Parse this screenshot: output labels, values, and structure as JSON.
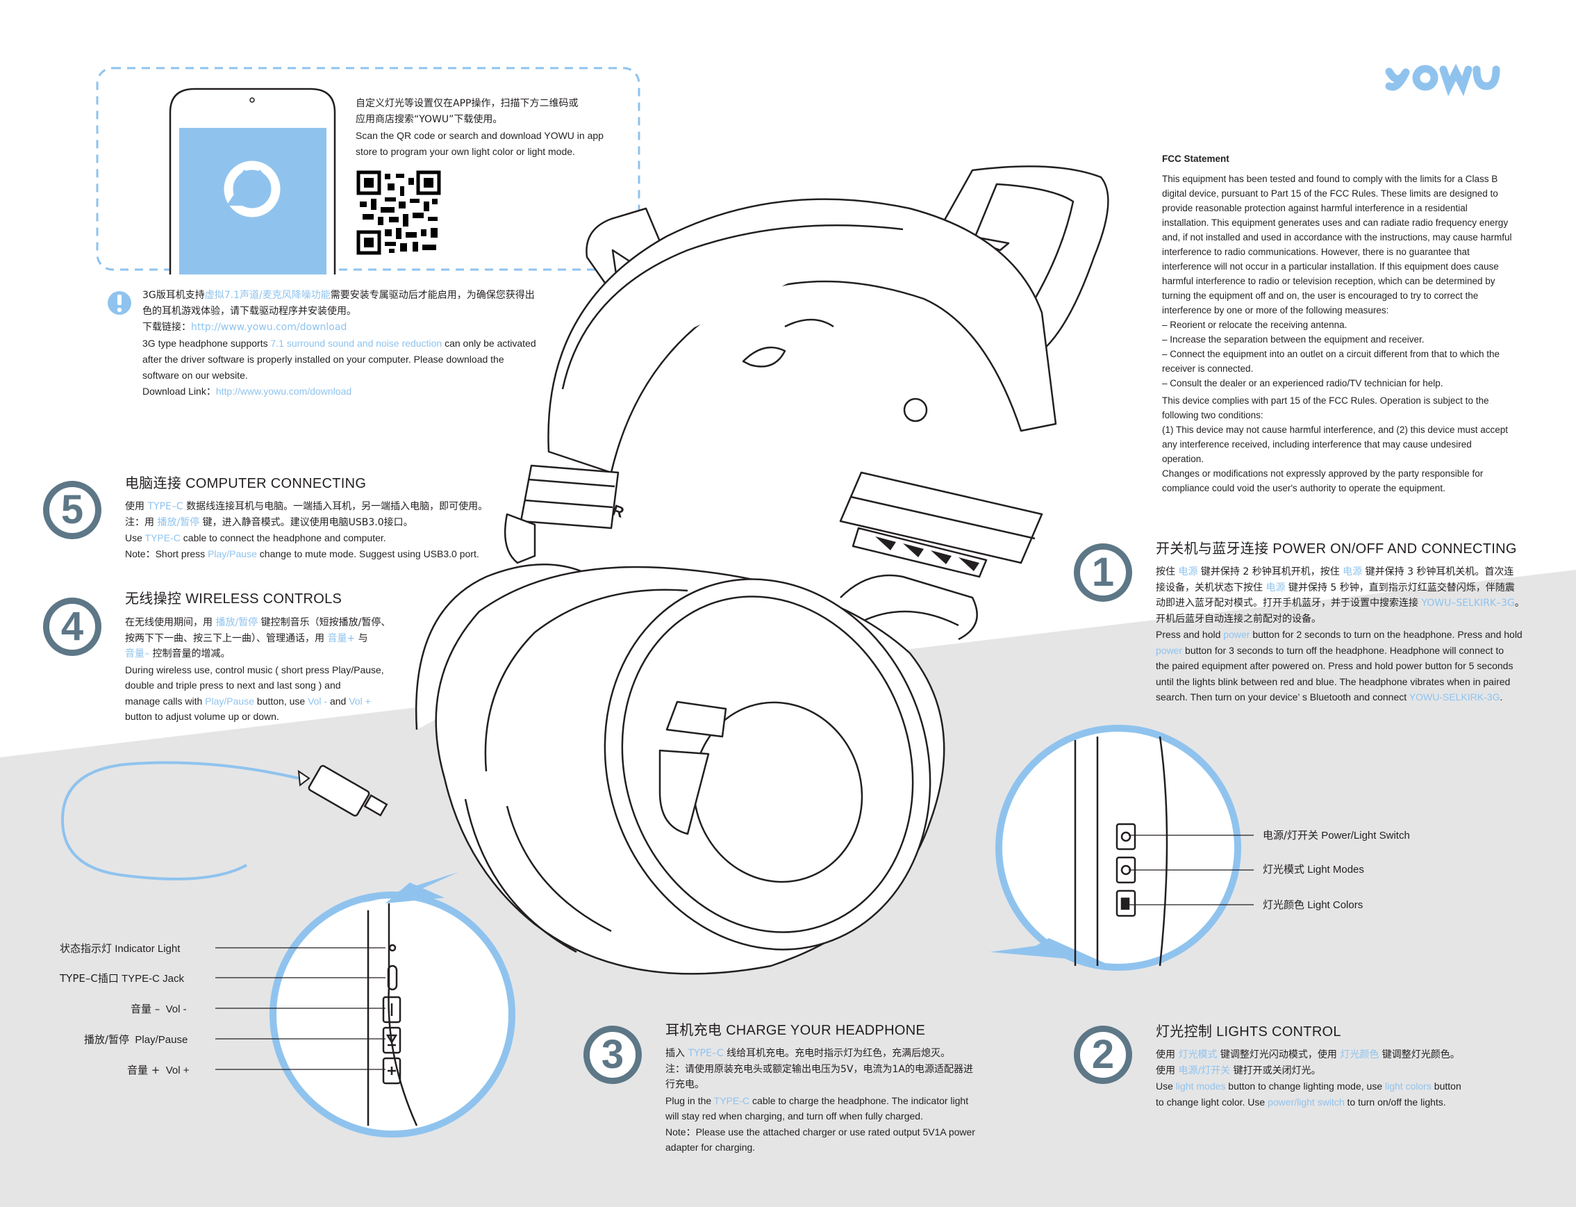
{
  "brand": {
    "logo_text": "YOWU",
    "accent": "#8fc3ee",
    "dark": "#5d7787",
    "band": "#e5e5e6"
  },
  "app_box": {
    "cn_line1": "自定义灯光等设置仅在APP操作，扫描下方二维码或",
    "cn_line2": "应用商店搜索“YOWU”下载使用。",
    "en_line1": "Scan the QR code or search and download YOWU in app",
    "en_line2": "store to program your own light color or light mode."
  },
  "notice": {
    "cn1_pre": "3G版耳机支持",
    "cn1_hl": "虚拟7.1声道/麦克风降噪功能",
    "cn1_post": "需要安装专属驱动后才能启用，为确保您获得出",
    "cn2": "色的耳机游戏体验，请下载驱动程序并安装使用。",
    "cn3_pre": "下载链接：",
    "cn3_link": "http://www.yowu.com/download",
    "en1_pre": "3G type headphone supports ",
    "en1_hl": "7.1 surround sound and noise reduction",
    "en1_post": " can only be activated",
    "en2": "after the driver software is properly installed on your computer. Please download the",
    "en3": "software on our website.",
    "en4_pre": "Download Link：",
    "en4_link": "http://www.yowu.com/download"
  },
  "fcc": {
    "title": "FCC Statement",
    "para1": [
      "This equipment has been tested and found to comply with the limits for a Class B",
      "digital device, pursuant to Part 15 of the FCC Rules. These limits are designed to",
      "provide reasonable protection against harmful interference in a residential",
      "installation. This equipment generates uses and can radiate radio frequency energy",
      "and, if not installed and used in accordance with the instructions, may cause harmful",
      "interference to radio communications. However, there is no guarantee that",
      "interference will not occur in a particular installation. If this equipment does cause",
      "harmful interference to radio or television reception, which can be determined by",
      "turning the equipment off and on, the user is encouraged to try to correct the",
      "interference by one or more of the following measures:",
      "– Reorient or relocate the receiving antenna.",
      "– Increase the separation between the equipment and receiver.",
      "– Connect the equipment into an outlet on a circuit different from that to which the",
      "receiver is connected.",
      "– Consult the dealer or an experienced radio/TV technician for help."
    ],
    "para2": [
      "This device complies with part 15 of the FCC Rules. Operation is subject to the",
      "following two conditions:",
      "(1) This device may not cause harmful interference, and (2) this device must accept",
      "any interference received, including interference that may cause undesired",
      "operation.",
      "Changes or modifications not expressly approved by the party responsible for",
      "compliance could void the user's authority to operate the equipment."
    ]
  },
  "sections": {
    "s5": {
      "num": "5",
      "title_cn": "电脑连接",
      "title_en": "COMPUTER CONNECTING",
      "l1_a": "使用 ",
      "l1_hl": "TYPE–C",
      "l1_b": " 数据线连接耳机与电脑。一端插入耳机，另一端插入电脑，即可使用。",
      "l2_a": "注：用 ",
      "l2_hl": "播放/暂停",
      "l2_b": " 键，进入静音模式。建议使用电脑USB3.0接口。",
      "l3_a": "Use ",
      "l3_hl": "TYPE-C",
      "l3_b": " cable to connect the headphone and computer.",
      "l4_a": "Note：Short press ",
      "l4_hl": "Play/Pause",
      "l4_b": " change to mute mode. Suggest using USB3.0 port."
    },
    "s4": {
      "num": "4",
      "title_cn": "无线操控",
      "title_en": "WIRELESS CONTROLS",
      "l1_a": "在无线使用期间，用 ",
      "l1_hl": "播放/暂停",
      "l1_b": " 键控制音乐（短按播放/暂停、",
      "l2_a": "按两下下一曲、按三下上一曲）、管理通话，用 ",
      "l2_hl": "音量+",
      "l2_b": " 与",
      "l3_hl": "音量–",
      "l3_b": " 控制音量的增减。",
      "l4": "During wireless use, control music ( short press Play/Pause,",
      "l5": "double and triple press to next and last song ) and",
      "l6_a": "manage calls with ",
      "l6_hl1": "Play/Pause",
      "l6_b": " button, use ",
      "l6_hl2": "Vol -",
      "l6_c": "  and ",
      "l6_hl3": "Vol +",
      "l7": "button to adjust volume up or down."
    },
    "s1": {
      "num": "1",
      "title_cn": "开关机与蓝牙连接",
      "title_en": "POWER ON/OFF AND CONNECTING",
      "l1_a": "按住 ",
      "l1_hl1": "电源",
      "l1_b": " 键并保持 2 秒钟耳机开机，按住 ",
      "l1_hl2": "电源",
      "l1_c": " 键并保持 3 秒钟耳机关机。首次连",
      "l2_a": "接设备，关机状态下按住 ",
      "l2_hl": "电源",
      "l2_b": " 键并保持 5 秒钟，直到指示灯红蓝交替闪烁，伴随震",
      "l3_a": "动即进入蓝牙配对模式。打开手机蓝牙，并于设置中搜索连接 ",
      "l3_hl": "YOWU–SELKIRK–3G",
      "l3_b": "。",
      "l4": "开机后蓝牙自动连接之前配对的设备。",
      "l5_a": "Press and hold ",
      "l5_hl": "power",
      "l5_b": " button for 2 seconds to turn on the headphone. Press and hold",
      "l6_hl": "power",
      "l6_b": " button for 3 seconds to turn off the headphone. Headphone will connect to",
      "l7": "the paired equipment after powered on.  Press and hold power button for 5 seconds",
      "l8": "until the lights blink between red and blue. The headphone vibrates when in paired",
      "l9_a": "search. Then turn on your device’ s Bluetooth and connect ",
      "l9_hl": "YOWU-SELKIRK-3G",
      "l9_b": "."
    },
    "s3": {
      "num": "3",
      "title_cn": "耳机充电",
      "title_en": "CHARGE YOUR HEADPHONE",
      "l1_a": "插入 ",
      "l1_hl": "TYPE–C",
      "l1_b": " 线给耳机充电。充电时指示灯为红色，充满后熄灭。",
      "l2": "注：请使用原装充电头或额定输出电压为5V，电流为1A的电源适配器进",
      "l3": "行充电。",
      "l4_a": "Plug in the ",
      "l4_hl": "TYPE-C",
      "l4_b": " cable to charge the headphone. The indicator light",
      "l5": "will stay red when charging, and turn off when fully charged.",
      "l6": "Note：Please use the attached charger  or use rated output 5V1A power",
      "l7": "adapter for charging."
    },
    "s2": {
      "num": "2",
      "title_cn": "灯光控制",
      "title_en": "LIGHTS CONTROL",
      "l1_a": "使用 ",
      "l1_hl1": "灯光模式",
      "l1_b": " 键调整灯光闪动模式，使用 ",
      "l1_hl2": "灯光颜色",
      "l1_c": " 键调整灯光颜色。",
      "l2_a": "使用 ",
      "l2_hl": "电源/灯开关",
      "l2_b": " 键打开或关闭灯光。",
      "l3_a": "Use ",
      "l3_hl1": "light modes",
      "l3_b": " button to change lighting mode, use ",
      "l3_hl2": "light colors",
      "l3_c": " button",
      "l4_a": "to change light color. Use ",
      "l4_hl": "power/light switch",
      "l4_b": " to turn on/off the lights."
    }
  },
  "left_labels": [
    {
      "cn": "状态指示灯",
      "en": "Indicator Light"
    },
    {
      "cn": "TYPE–C插口",
      "en": "TYPE-C Jack"
    },
    {
      "cn": "音量 –",
      "en": "Vol -"
    },
    {
      "cn": "播放/暂停",
      "en": "Play/Pause"
    },
    {
      "cn": "音量 +",
      "en": "Vol +"
    }
  ],
  "right_labels": [
    {
      "cn": "电源/灯开关",
      "en": "Power/Light Switch"
    },
    {
      "cn": "灯光模式",
      "en": "Light Modes"
    },
    {
      "cn": "灯光颜色",
      "en": "Light Colors"
    }
  ],
  "headband_mark": "R"
}
